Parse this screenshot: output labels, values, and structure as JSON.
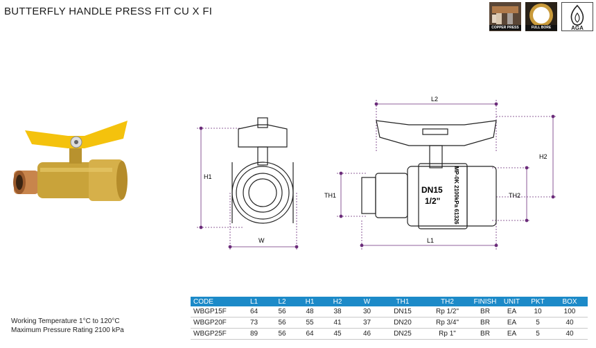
{
  "title": "BUTTERFLY HANDLE PRESS FIT CU X FI",
  "badges": [
    {
      "name": "copper-press",
      "label": "COPPER PRESS"
    },
    {
      "name": "full-bore",
      "label": "FULL BORE"
    },
    {
      "name": "aga",
      "label": "AGA"
    }
  ],
  "drawing": {
    "h1": "H1",
    "w": "W",
    "l1": "L1",
    "l2": "L2",
    "h2": "H2",
    "th1": "TH1",
    "th2": "TH2",
    "body_size": "DN15",
    "body_thread": "1/2\"",
    "body_marking": "MP-0K 2100kPa 61326"
  },
  "notes": {
    "working_temperature": "Working Temperature  1°C to 120°C",
    "max_pressure": "Maximum Pressure Rating  2100 kPa"
  },
  "table": {
    "headers": [
      "CODE",
      "L1",
      "L2",
      "H1",
      "H2",
      "W",
      "TH1",
      "TH2",
      "FINISH",
      "UNIT",
      "PKT",
      "BOX"
    ],
    "rows": [
      [
        "WBGP15F",
        "64",
        "56",
        "48",
        "38",
        "30",
        "DN15",
        "Rp 1/2\"",
        "BR",
        "EA",
        "10",
        "100"
      ],
      [
        "WBGP20F",
        "73",
        "56",
        "55",
        "41",
        "37",
        "DN20",
        "Rp 3/4\"",
        "BR",
        "EA",
        "5",
        "40"
      ],
      [
        "WBGP25F",
        "89",
        "56",
        "64",
        "45",
        "46",
        "DN25",
        "Rp 1\"",
        "BR",
        "EA",
        "5",
        "40"
      ]
    ]
  },
  "colors": {
    "header_blue": "#1c8ac8",
    "dimension_line": "#6b2c7a",
    "handle_yellow": "#f4c20d",
    "brass": "#c9a33a",
    "copper": "#c8854c"
  }
}
